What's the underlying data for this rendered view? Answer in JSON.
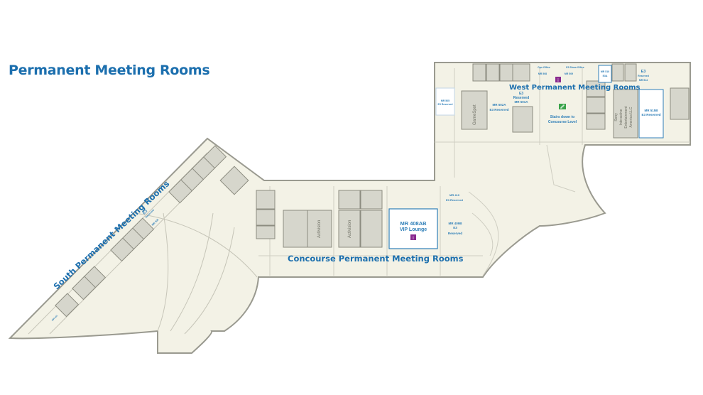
{
  "page": {
    "title": "Permanent Meeting Rooms"
  },
  "sections": {
    "south": "South Permanent Meeting Rooms",
    "concourse": "Concourse Permanent Meeting Rooms",
    "west": "West Permanent Meeting Rooms"
  },
  "rooms": {
    "mr_408ab": {
      "name": "MR 408AB",
      "sub": "VIP Lounge"
    },
    "activision_1": "Activision",
    "activision_2": "Activision",
    "mr_409b": {
      "name": "MR 409B",
      "line2": "E3",
      "line3": "Reserved"
    },
    "mr_410": {
      "name": "MR 410",
      "sub": "E3 Reserved"
    },
    "gamespot": "GameSpot",
    "mr_502a": {
      "name": "MR 502A",
      "sub": "E3 Reserved"
    },
    "e3_reserved_501": {
      "line1": "E3",
      "line2": "Reserved",
      "line3": "MR 501A"
    },
    "mr_505": "MR 505",
    "mr_505_sub": "E3 Reserved",
    "stairs": {
      "line1": "Stairs down to",
      "line2": "Concourse Level"
    },
    "sony": {
      "line1": "Sony",
      "line2": "Interactive",
      "line3": "Entertainment",
      "line4": "America LLC"
    },
    "mr_515b": {
      "name": "MR 515B",
      "sub": "E3 Reserved"
    },
    "mr_508": "MR 508",
    "mr_509": "MR 509",
    "mr_510": {
      "name": "MR 510",
      "sub": "E3A"
    },
    "e3_top": "E3",
    "e3_top_reserved": "Reserved",
    "mr_514": "MR 514",
    "e3_show_office": "E3 Show Office",
    "ops_office": "Ops Office",
    "south_e3": "E3",
    "south_reserved": "Reserved",
    "south_mr": "MR 305",
    "south_tip": "MR 301"
  },
  "colors": {
    "floor": "#f3f2e6",
    "room": "#d6d6cc",
    "room_stroke": "#8c8c80",
    "outline": "#9a9a90",
    "label_blue": "#2f7fb8",
    "section_blue": "#1c6fae",
    "icon_purple": "#8a2a8f",
    "icon_green": "#3aa34a"
  }
}
